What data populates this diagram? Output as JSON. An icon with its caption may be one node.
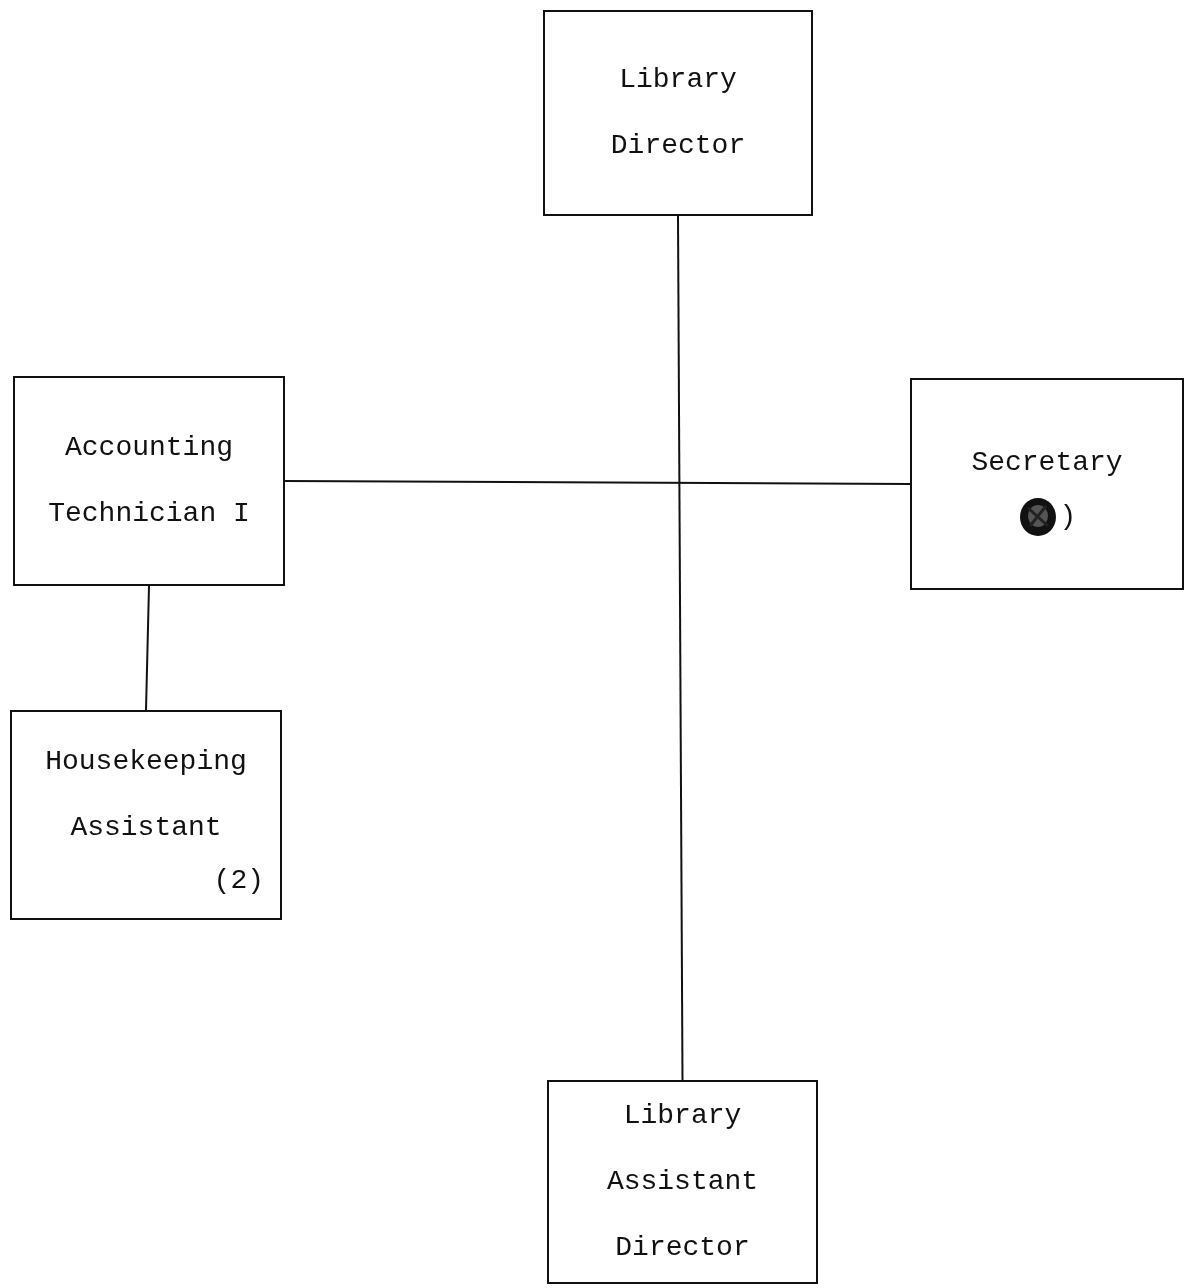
{
  "diagram": {
    "nodes": [
      {
        "text": [
          "Library Director"
        ]
      },
      {
        "text": [
          "Accounting Technician I"
        ]
      },
      {
        "text": [
          "Secretary",
          ")"
        ]
      },
      {
        "text": [
          "Housekeeping Assistant",
          "(2)"
        ]
      },
      {
        "text": [
          "Library Assistant Director"
        ]
      }
    ],
    "edges": [
      {
        "from": 0,
        "to": 4,
        "arrow": "none"
      },
      {
        "from": 1,
        "to": 2,
        "arrow": "none"
      },
      {
        "from": 1,
        "to": 3,
        "arrow": "none"
      }
    ]
  }
}
